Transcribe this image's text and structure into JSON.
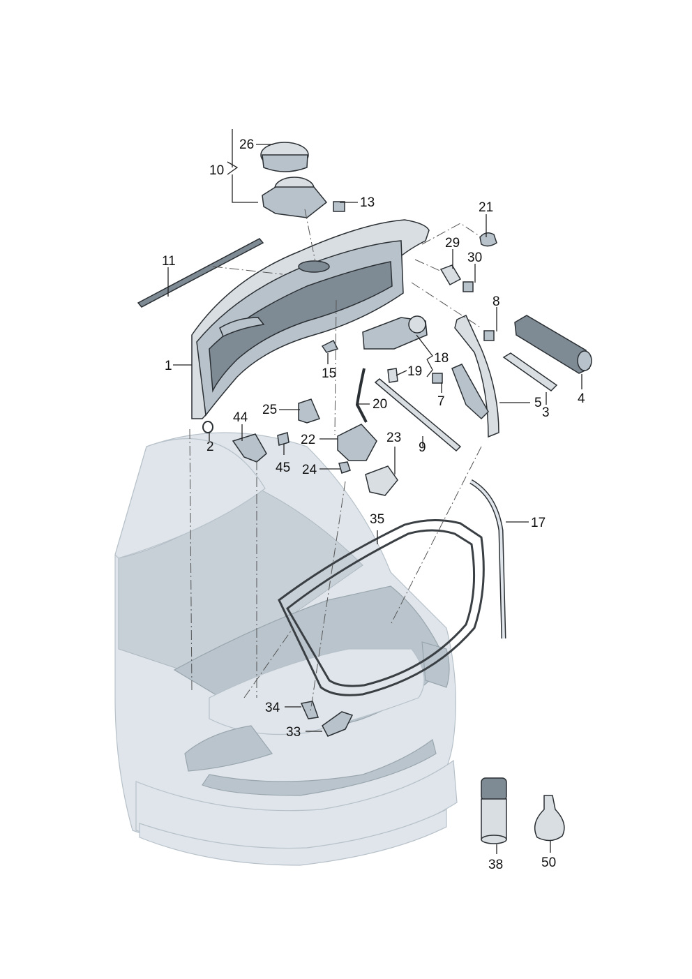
{
  "labels": {
    "l1": "1",
    "l2": "2",
    "l3": "3",
    "l4": "4",
    "l5": "5",
    "l7": "7",
    "l8": "8",
    "l9": "9",
    "l10": "10",
    "l11": "11",
    "l13": "13",
    "l15": "15",
    "l17": "17",
    "l18": "18",
    "l19": "19",
    "l20": "20",
    "l21": "21",
    "l22": "22",
    "l23": "23",
    "l24": "24",
    "l25": "25",
    "l26": "26",
    "l29": "29",
    "l30": "30",
    "l33": "33",
    "l34": "34",
    "l35": "35",
    "l38": "38",
    "l44": "44",
    "l45": "45",
    "l50": "50"
  }
}
